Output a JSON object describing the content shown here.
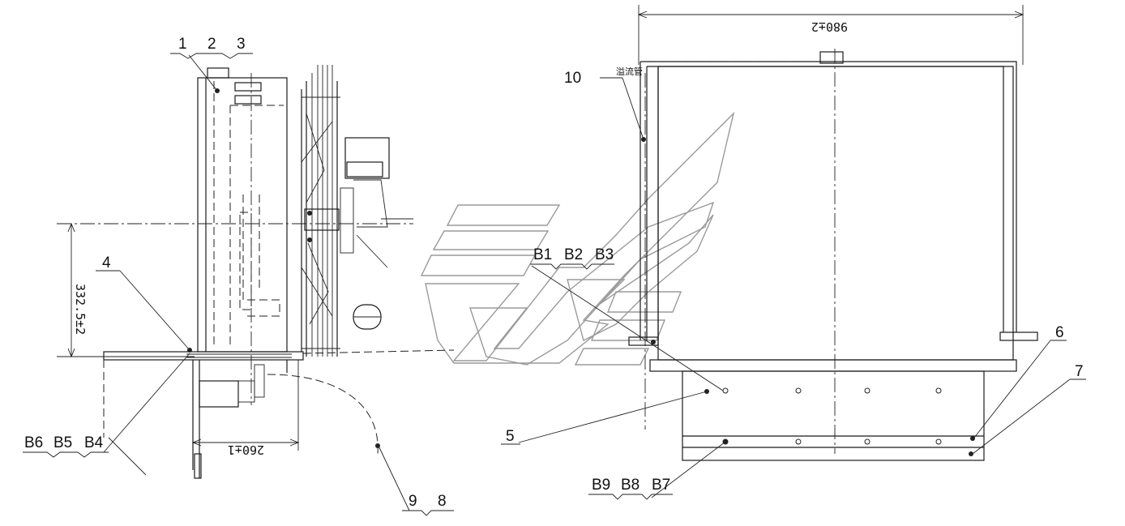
{
  "labels": {
    "top_left": [
      "1",
      "2",
      "3"
    ],
    "item_4": "4",
    "item_5": "5",
    "item_6": "6",
    "item_7": "7",
    "item_10": "10",
    "bottom_left": [
      "B6",
      "B5",
      "B4"
    ],
    "bottom_mid": [
      "9",
      "8"
    ],
    "mid_right": [
      "B1",
      "B2",
      "B3"
    ],
    "bottom_right": [
      "B9",
      "B8",
      "B7"
    ]
  },
  "dimensions": {
    "top_width": "980±2",
    "height_left": "332.5±2",
    "bottom_left_width": "260±1"
  },
  "notes": {
    "overflow_pipe": "溢流管"
  },
  "colors": {
    "line": "#1a1a1a",
    "watermark": "#9a9a9a"
  }
}
